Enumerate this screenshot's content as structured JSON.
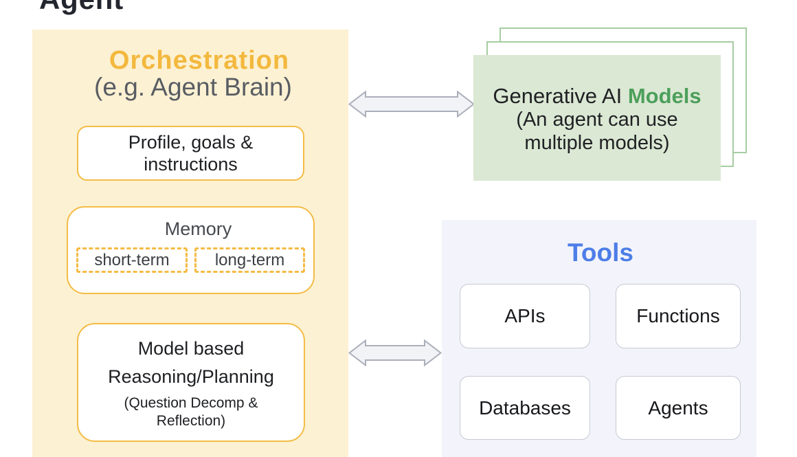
{
  "title": "Agent",
  "orchestration": {
    "heading": "Orchestration",
    "subheading": "(e.g. Agent Brain)",
    "profile_box": {
      "line1": "Profile, goals &",
      "line2": "instructions"
    },
    "memory_box": {
      "label": "Memory",
      "slots": [
        "short-term",
        "long-term"
      ]
    },
    "reasoning_box": {
      "line1": "Model based",
      "line2": "Reasoning/Planning",
      "line3": "(Question Decomp &",
      "line4": "Reflection)"
    }
  },
  "models": {
    "title_prefix": "Generative AI ",
    "title_highlight": "Models",
    "subtitle_line1": "(An agent can use",
    "subtitle_line2": "multiple models)"
  },
  "tools": {
    "heading": "Tools",
    "items": [
      "APIs",
      "Functions",
      "Databases",
      "Agents"
    ]
  },
  "colors": {
    "orchestration_panel": "#fcf1d2",
    "orchestration_heading": "#f3b83e",
    "gold_border": "#f4bc46",
    "models_panel": "#dbe8d4",
    "models_outline": "#a6cda1",
    "models_highlight_text": "#4c9f5b",
    "tools_panel": "#f3f4fb",
    "tools_heading": "#4d7ee8",
    "arrow_fill": "#f2f3f7",
    "arrow_stroke": "#abafba"
  }
}
